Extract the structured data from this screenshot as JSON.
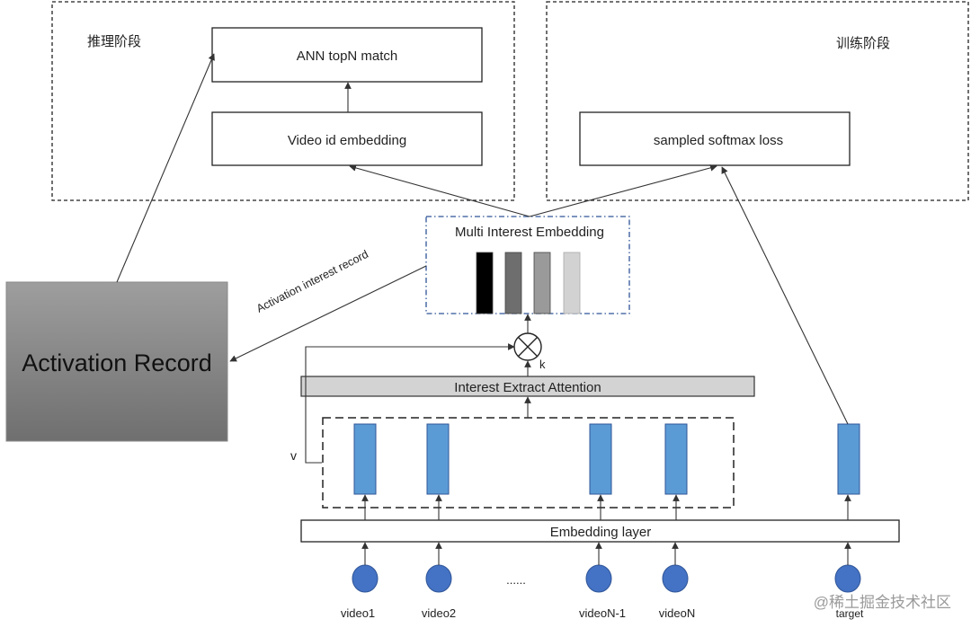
{
  "inference": {
    "region_label": "推理阶段",
    "ann_box": "ANN topN match",
    "embedding_box": "Video id embedding"
  },
  "training": {
    "region_label": "训练阶段",
    "loss_box": "sampled softmax loss"
  },
  "multi_interest": {
    "title": "Multi Interest Embedding",
    "bar_colors": [
      "#000000",
      "#6e6e6e",
      "#9a9a9a",
      "#d2d2d2"
    ]
  },
  "activation_record": {
    "label": "Activation Record",
    "edge_label": "Activation interest  record"
  },
  "attention": {
    "label": "Interest Extract Attention",
    "k_label": "k",
    "v_label": "v"
  },
  "embedding_layer": {
    "label": "Embedding layer"
  },
  "inputs": {
    "video1": "video1",
    "video2": "video2",
    "ellipsis": "......",
    "videoN1": "videoN-1",
    "videoN": "videoN",
    "target": "target"
  },
  "watermark": "@稀土掘金技术社区",
  "colors": {
    "node_blue": "#4472c4",
    "vector_blue": "#5b9bd5",
    "interest_border": "#2f5597"
  }
}
